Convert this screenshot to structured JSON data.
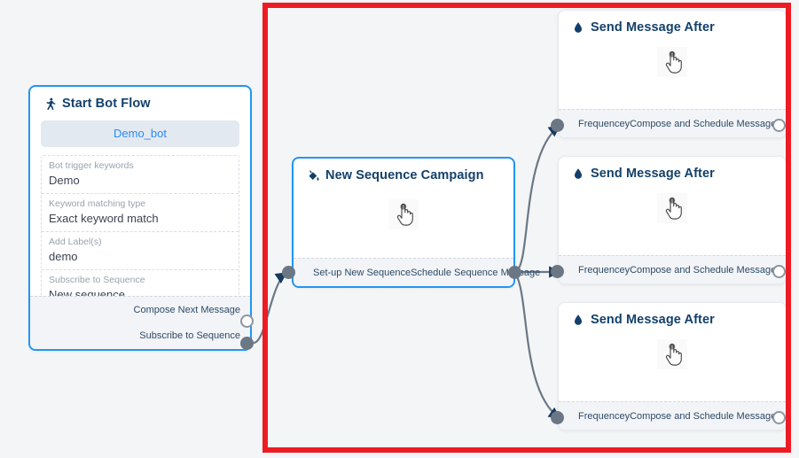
{
  "canvas": {
    "background": "#f4f5f7",
    "highlight_color": "#ed1c24"
  },
  "nodes": {
    "start_bot_flow": {
      "title": "Start Bot Flow",
      "icon": "running-person-icon",
      "bot_pill": "Demo_bot",
      "fields": [
        {
          "label": "Bot trigger keywords",
          "value": "Demo"
        },
        {
          "label": "Keyword matching type",
          "value": "Exact keyword match"
        },
        {
          "label": "Add Label(s)",
          "value": "demo"
        },
        {
          "label": "Subscribe to Sequence",
          "value": "New sequence"
        }
      ],
      "ports": [
        {
          "label": "Compose Next Message",
          "style": "hollow"
        },
        {
          "label": "Subscribe to Sequence",
          "style": "filled"
        }
      ]
    },
    "new_sequence_campaign": {
      "title": "New Sequence Campaign",
      "icon": "paint-bucket-icon",
      "body_icon": "hand-cursor-icon",
      "ports": [
        {
          "label": "Set-up New Sequence",
          "style": "filled",
          "side": "left"
        },
        {
          "label": "Schedule Sequence Message",
          "style": "filled",
          "side": "right"
        }
      ]
    },
    "send_message_cards": [
      {
        "title": "Send Message After",
        "icon": "water-drop-icon",
        "body_icon": "hand-cursor-icon",
        "ports": [
          {
            "label": "Frequencey",
            "style": "filled",
            "side": "left"
          },
          {
            "label": "Compose and Schedule Message",
            "style": "hollow",
            "side": "right"
          }
        ]
      },
      {
        "title": "Send Message After",
        "icon": "water-drop-icon",
        "body_icon": "hand-cursor-icon",
        "ports": [
          {
            "label": "Frequencey",
            "style": "filled",
            "side": "left"
          },
          {
            "label": "Compose and Schedule Message",
            "style": "hollow",
            "side": "right"
          }
        ]
      },
      {
        "title": "Send Message After",
        "icon": "water-drop-icon",
        "body_icon": "hand-cursor-icon",
        "ports": [
          {
            "label": "Frequencey",
            "style": "filled",
            "side": "left"
          },
          {
            "label": "Compose and Schedule Message",
            "style": "hollow",
            "side": "right"
          }
        ]
      }
    ]
  }
}
